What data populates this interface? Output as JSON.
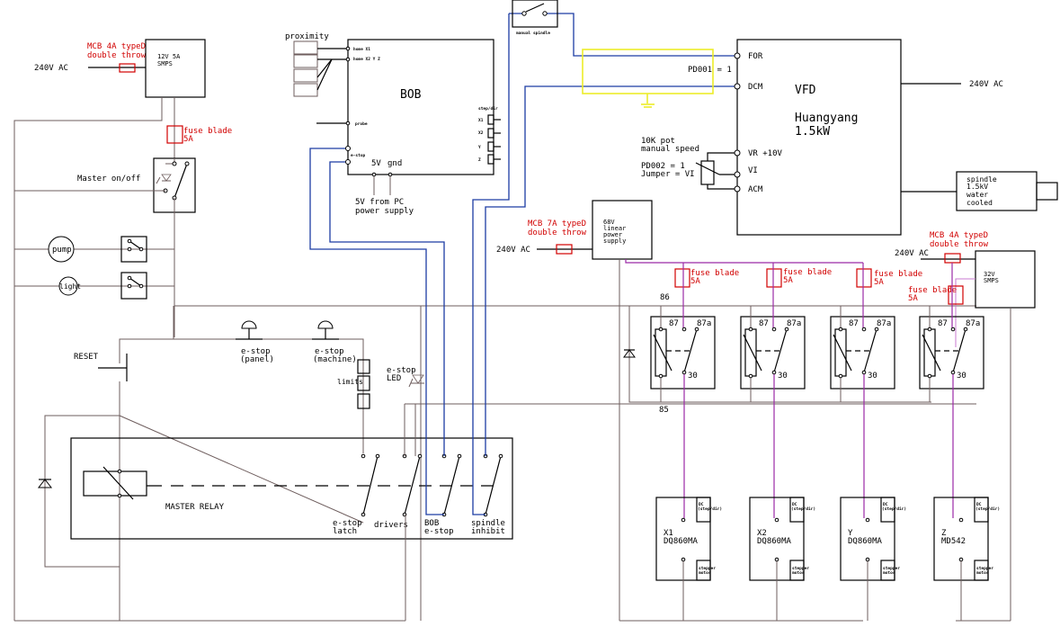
{
  "diagram": {
    "title": "CNC router control wiring schematic",
    "colors": {
      "wire_blue": "#1c3ca3",
      "wire_purple": "#9b2aa6",
      "label_red": "#d10000",
      "highlight_yellow": "#ecec2a",
      "wire_grey": "#6e5d5d"
    },
    "supply_12v": {
      "input_label": "240V AC",
      "mcb_label_1": "MCB 4A typeD",
      "mcb_label_2": "double throw",
      "psu_label_1": "12V 5A",
      "psu_label_2": "SMPS",
      "fuse_label_1": "fuse blade",
      "fuse_label_2": "5A"
    },
    "master_switch": {
      "label": "Master on/off"
    },
    "pump": {
      "label": "pump"
    },
    "light": {
      "label": "light"
    },
    "reset": {
      "label": "RESET"
    },
    "estop_panel": {
      "label_1": "e-stop",
      "label_2": "(panel)"
    },
    "estop_machine": {
      "label_1": "e-stop",
      "label_2": "(machine)"
    },
    "limits": {
      "label": "limits"
    },
    "estop_led": {
      "label_1": "e-stop",
      "label_2": "LED"
    },
    "master_relay": {
      "label": "MASTER RELAY",
      "contacts": [
        {
          "label_1": "e-stop",
          "label_2": "latch"
        },
        {
          "label_1": "drivers",
          "label_2": ""
        },
        {
          "label_1": "BOB",
          "label_2": "e-stop"
        },
        {
          "label_1": "spindle",
          "label_2": "inhibit"
        }
      ]
    },
    "proximity": {
      "label": "proximity"
    },
    "bob": {
      "label": "BOB",
      "pin_home_x1": "home X1",
      "pin_home_x2yz": "home X2 Y Z",
      "pin_probe": "probe",
      "pin_estop": "e-stop",
      "power_5v": "5V",
      "power_gnd": "gnd",
      "power_note_1": "5V from PC",
      "power_note_2": "power supply",
      "step_header": "step/dir",
      "axes": [
        "X1",
        "X2",
        "Y",
        "Z"
      ]
    },
    "manual_spindle": {
      "label": "manual spindle"
    },
    "vfd": {
      "label": "VFD",
      "model_1": "Huangyang",
      "model_2": "1.5kW",
      "param_pd001": "PD001 = 1",
      "terminals": [
        "FOR",
        "DCM",
        "VR +10V",
        "VI",
        "ACM"
      ],
      "input_label": "240V AC",
      "pot_1": "10K pot",
      "pot_2": "manual speed",
      "pd002_1": "PD002 = 1",
      "pd002_2": "Jumper = VI"
    },
    "spindle": {
      "line_1": "spindle",
      "line_2": "1.5kV",
      "line_3": "water",
      "line_4": "cooled"
    },
    "supply_68v": {
      "input_label": "240V AC",
      "mcb_label_1": "MCB 7A typeD",
      "mcb_label_2": "double throw",
      "psu_1": "68V",
      "psu_2": "linear",
      "psu_3": "power",
      "psu_4": "supply"
    },
    "supply_32v": {
      "input_label": "240V AC",
      "mcb_label_1": "MCB 4A typeD",
      "mcb_label_2": "double throw",
      "psu_1": "32V",
      "psu_2": "SMPS"
    },
    "fuses": [
      {
        "label_1": "fuse blade",
        "label_2": "5A"
      },
      {
        "label_1": "fuse blade",
        "label_2": "5A"
      },
      {
        "label_1": "fuse blade",
        "label_2": "5A"
      },
      {
        "label_1": "fuse blade",
        "label_2": "5A"
      }
    ],
    "relays": {
      "pin_86": "86",
      "pin_85": "85",
      "pin_87": "87",
      "pin_87a": "87a",
      "pin_30": "30"
    },
    "drivers": [
      {
        "axis": "X1",
        "model": "DQ860MA",
        "top_label_1": "DC",
        "top_label_2": "(step/dir)",
        "bottom_label_1": "stepper",
        "bottom_label_2": "motor"
      },
      {
        "axis": "X2",
        "model": "DQ860MA",
        "top_label_1": "DC",
        "top_label_2": "(step/dir)",
        "bottom_label_1": "stepper",
        "bottom_label_2": "motor"
      },
      {
        "axis": "Y",
        "model": "DQ860MA",
        "top_label_1": "DC",
        "top_label_2": "(step/dir)",
        "bottom_label_1": "stepper",
        "bottom_label_2": "motor"
      },
      {
        "axis": "Z",
        "model": "MD542",
        "top_label_1": "DC",
        "top_label_2": "(step/dir)",
        "bottom_label_1": "stepper",
        "bottom_label_2": "motor"
      }
    ]
  }
}
